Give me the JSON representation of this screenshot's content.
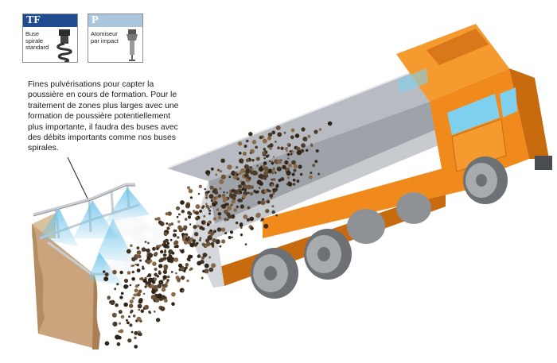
{
  "cards": {
    "tf": {
      "code": "TF",
      "label": "Buse spirale standard"
    },
    "p": {
      "code": "P",
      "label": "Atomiseur par impact"
    }
  },
  "note": "Fines pulvérisations pour capter la poussière en cours de formation. Pour le traitement de zones plus larges avec une formation de poussière potentiellement plus importante, il faudra des buses avec des débits importants comme nos buses spirales.",
  "colors": {
    "truck_orange": "#f08a1c",
    "truck_orange_dark": "#c86a0e",
    "window_blue": "#7fd0ef",
    "dump_box_gray": "#b8bcc2",
    "tire_gray": "#8e9296",
    "wall_tan": "#c9a47c",
    "spray_blue": "#6cc3ea",
    "tf_header": "#1f4c8f",
    "p_header": "#a9c6dd"
  },
  "icons": [
    "spiral-nozzle-icon",
    "impact-atomizer-nozzle-icon"
  ]
}
